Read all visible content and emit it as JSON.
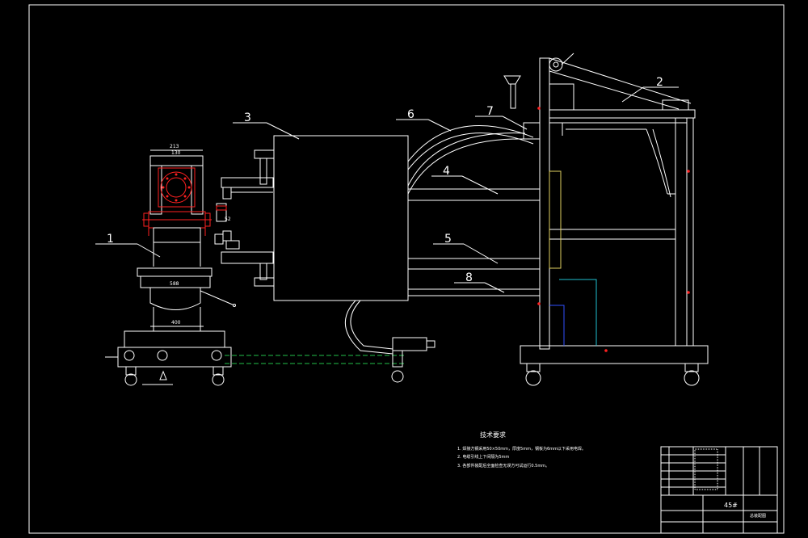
{
  "callouts": [
    {
      "id": "1",
      "label": "1"
    },
    {
      "id": "2",
      "label": "2"
    },
    {
      "id": "3",
      "label": "3"
    },
    {
      "id": "4",
      "label": "4"
    },
    {
      "id": "5",
      "label": "5"
    },
    {
      "id": "6",
      "label": "6"
    },
    {
      "id": "7",
      "label": "7"
    },
    {
      "id": "8",
      "label": "8"
    }
  ],
  "dimensions": {
    "top_width": "213",
    "top_inner": "130",
    "mid_width": "588",
    "base_width": "400",
    "small_dim": "52"
  },
  "notes": {
    "title": "技术要求",
    "items": [
      "1. 焊接方钢采用50×50mm，厚度5mm，钢板为6mm以下采用电焊。",
      "2. 电缆引线上下间隔为5mm",
      "3. 各部件装配后全面检查无误方可试运行0.5mm。"
    ]
  },
  "title_block": {
    "drawing_number": "45#",
    "right_label": "总装配图"
  },
  "colors": {
    "background": "#000000",
    "lines": "#ffffff",
    "red": "#ff2020",
    "green": "#22c04a",
    "cyan": "#20c0d0",
    "blue": "#3050ff",
    "yellow": "#e0d060"
  }
}
